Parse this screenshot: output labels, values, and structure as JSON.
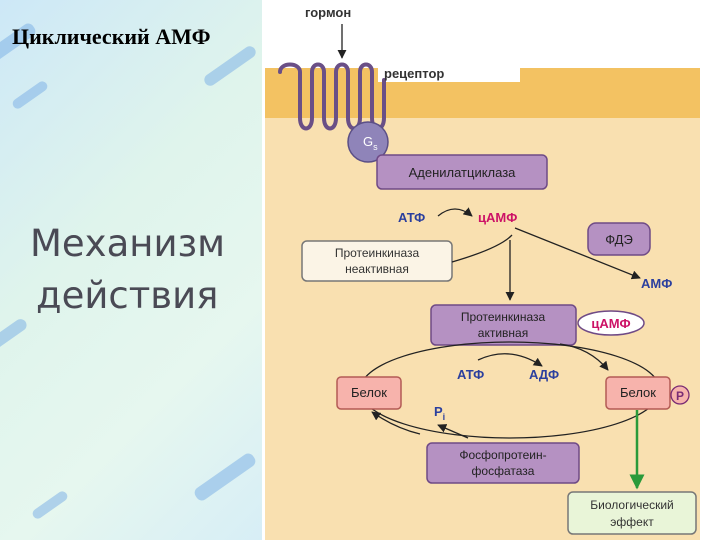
{
  "slide": {
    "title": "Циклический АМФ",
    "subtitle_line1": "Механизм",
    "subtitle_line2": "действия"
  },
  "diagram": {
    "hormone": "гормон",
    "receptor": "рецептор",
    "gs": "G",
    "gs_sub": "s",
    "adenylate_cyclase": "Аденилатциклаза",
    "atp_1": "АТФ",
    "camp_1": "цАМФ",
    "pde": "ФДЭ",
    "amp": "АМФ",
    "pk_inactive_1": "Протеинкиназа",
    "pk_inactive_2": "неактивная",
    "pk_active_1": "Протеинкиназа",
    "pk_active_2": "активная",
    "camp_2": "цАМФ",
    "protein_left": "Белок",
    "atp_2": "АТФ",
    "adp": "АДФ",
    "protein_right": "Белок",
    "p_badge": "P",
    "pi_label": "P",
    "pi_sub": "i",
    "phosphatase_1": "Фосфопротеин-",
    "phosphatase_2": "фосфатаза",
    "effect_1": "Биологический",
    "effect_2": "эффект"
  },
  "colors": {
    "membrane": "#f3c262",
    "cytoplasm": "#f9e0b0",
    "enzyme_box": "#b591c2",
    "gs_circle": "#8f84b9",
    "protein_box": "#f7b3ac",
    "accent_red": "#cc1166",
    "accent_blue": "#2b3f9e",
    "effect_arrow": "#2a9a3a"
  }
}
